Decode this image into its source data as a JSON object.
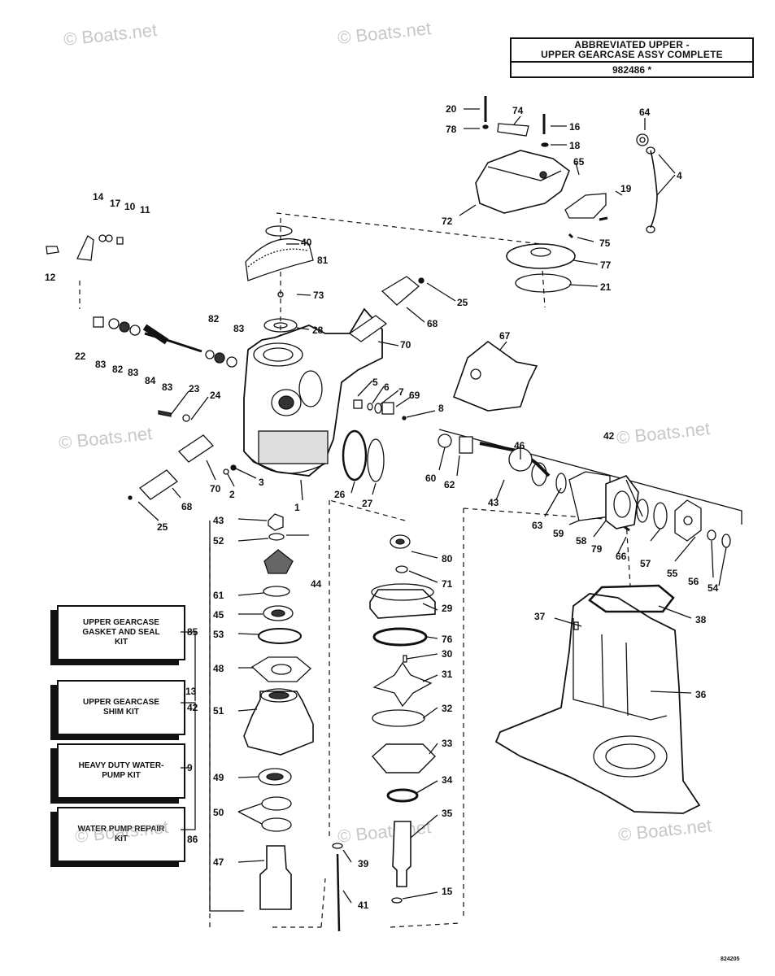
{
  "title_box": {
    "line1": "ABBREVIATED UPPER -",
    "line2": "UPPER GEARCASE ASSY COMPLETE",
    "part_number": "982486 *"
  },
  "kits": [
    {
      "label": "UPPER GEARCASE GASKET AND SEAL KIT",
      "ref": "85"
    },
    {
      "label": "UPPER GEARCASE SHIM KIT",
      "ref": "13"
    },
    {
      "label": "HEAVY DUTY WATER-PUMP KIT",
      "ref": "9"
    },
    {
      "label": "WATER PUMP REPAIR KIT",
      "ref": "86"
    }
  ],
  "watermark": "© Boats.net",
  "drawing_number": "824205",
  "part_labels": [
    "1",
    "2",
    "3",
    "4",
    "5",
    "6",
    "7",
    "8",
    "11",
    "10",
    "12",
    "13",
    "14",
    "15",
    "16",
    "17",
    "18",
    "19",
    "20",
    "21",
    "22",
    "23",
    "24",
    "25",
    "26",
    "27",
    "28",
    "29",
    "30",
    "31",
    "32",
    "33",
    "34",
    "35",
    "36",
    "37",
    "38",
    "39",
    "40",
    "41",
    "42",
    "43",
    "44",
    "45",
    "46",
    "47",
    "48",
    "49",
    "50",
    "51",
    "52",
    "53",
    "54",
    "55",
    "56",
    "57",
    "58",
    "59",
    "60",
    "61",
    "62",
    "63",
    "64",
    "65",
    "66",
    "67",
    "68",
    "69",
    "70",
    "71",
    "72",
    "73",
    "74",
    "75",
    "76",
    "77",
    "78",
    "79",
    "80",
    "81",
    "82",
    "83",
    "84",
    "85",
    "86",
    "9"
  ]
}
